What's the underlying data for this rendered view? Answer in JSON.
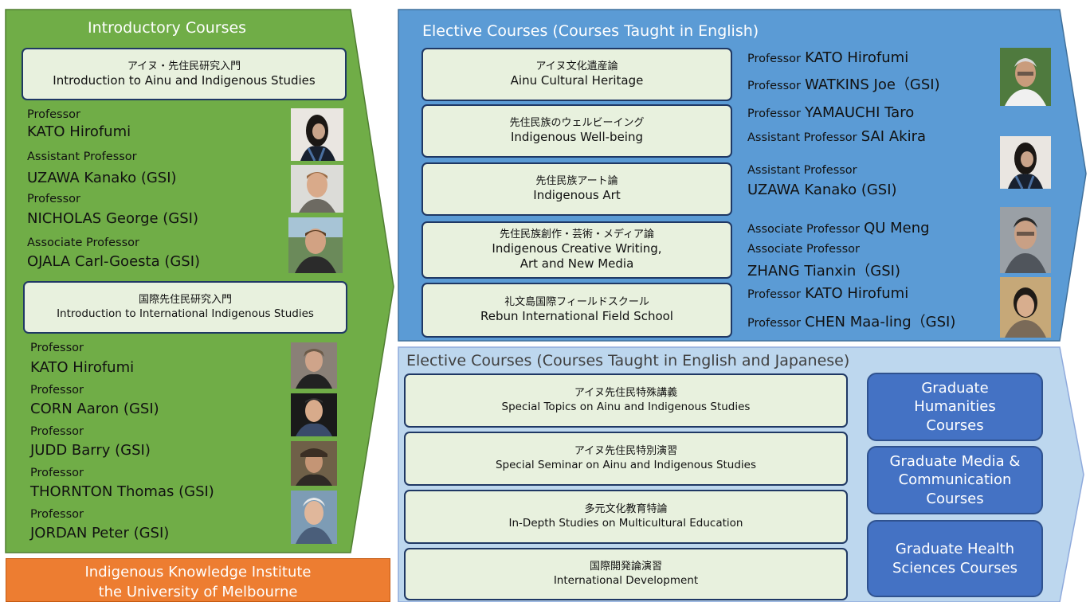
{
  "introductory": {
    "title": "Introductory Courses",
    "courses": [
      {
        "jp": "アイヌ・先住民研究入門",
        "en": "Introduction to Ainu and Indigenous Studies"
      },
      {
        "jp": "国際先住民研究入門",
        "en": "Introduction to International Indigenous Studies"
      }
    ],
    "group1": [
      {
        "role": "Professor",
        "name": "KATO Hirofumi"
      },
      {
        "role": "Assistant Professor",
        "name": "UZAWA Kanako (GSI)"
      },
      {
        "role": "Professor",
        "name": "NICHOLAS George (GSI)"
      },
      {
        "role": "Associate Professor",
        "name": "OJALA Carl-Goesta (GSI)"
      }
    ],
    "group2": [
      {
        "role": "Professor",
        "name": "KATO Hirofumi"
      },
      {
        "role": "Professor",
        "name": "CORN Aaron (GSI)"
      },
      {
        "role": "Professor",
        "name": "JUDD Barry (GSI)"
      },
      {
        "role": "Professor",
        "name": "THORNTON Thomas (GSI)"
      },
      {
        "role": "Professor",
        "name": "JORDAN Peter (GSI)"
      }
    ]
  },
  "institute": {
    "line1": "Indigenous Knowledge Institute",
    "line2": "the University of Melbourne"
  },
  "elective_en": {
    "title": "Elective Courses (Courses Taught in English)",
    "courses": [
      {
        "jp": "アイヌ文化遺産論",
        "en": "Ainu Cultural Heritage"
      },
      {
        "jp": "先住民族のウェルビーイング",
        "en": "Indigenous Well-being"
      },
      {
        "jp": "先住民族アート論",
        "en": "Indigenous Art"
      },
      {
        "jp": "先住民族創作・芸術・メディア論",
        "en": "Indigenous Creative Writing,",
        "en2": "Art and New Media"
      },
      {
        "jp": "礼文島国際フィールドスクール",
        "en": "Rebun International Field School"
      }
    ],
    "staff": [
      {
        "role": "Professor",
        "name": "KATO Hirofumi"
      },
      {
        "role": "Professor",
        "name": "WATKINS Joe（GSI)"
      },
      {
        "role": "Professor",
        "name": "YAMAUCHI Taro"
      },
      {
        "role": "Assistant Professor",
        "name": "SAI Akira"
      },
      {
        "role": "Assistant Professor",
        "name": "UZAWA Kanako (GSI)"
      },
      {
        "role": "Associate Professor",
        "name": "QU Meng"
      },
      {
        "role": "Associate Professor",
        "name": "ZHANG Tianxin（GSI)"
      },
      {
        "role": "Professor",
        "name": "KATO Hirofumi"
      },
      {
        "role": "Professor",
        "name": "CHEN Maa-ling（GSI)"
      }
    ]
  },
  "elective_enjp": {
    "title": "Elective Courses (Courses Taught in English and Japanese)",
    "courses": [
      {
        "jp": "アイヌ先住民特殊講義",
        "en": "Special Topics on Ainu and Indigenous Studies"
      },
      {
        "jp": "アイヌ先住民特別演習",
        "en": "Special Seminar on Ainu and Indigenous Studies"
      },
      {
        "jp": "多元文化教育特論",
        "en": "In-Depth Studies on Multicultural Education"
      },
      {
        "jp": "国際開発論演習",
        "en": "International Development"
      }
    ],
    "graduate": [
      {
        "l1": "Graduate",
        "l2": "Humanities",
        "l3": "Courses"
      },
      {
        "l1": "Graduate Media &",
        "l2": "Communication",
        "l3": "Courses"
      },
      {
        "l1": "Graduate Health",
        "l2": "Sciences Courses",
        "l3": ""
      }
    ]
  },
  "colors": {
    "green": "#70ad47",
    "blue": "#5b9bd5",
    "light_blue": "#bdd7ee",
    "orange": "#ed7d31",
    "box_fill": "#e8f1de",
    "dark_blue": "#4472c4"
  }
}
